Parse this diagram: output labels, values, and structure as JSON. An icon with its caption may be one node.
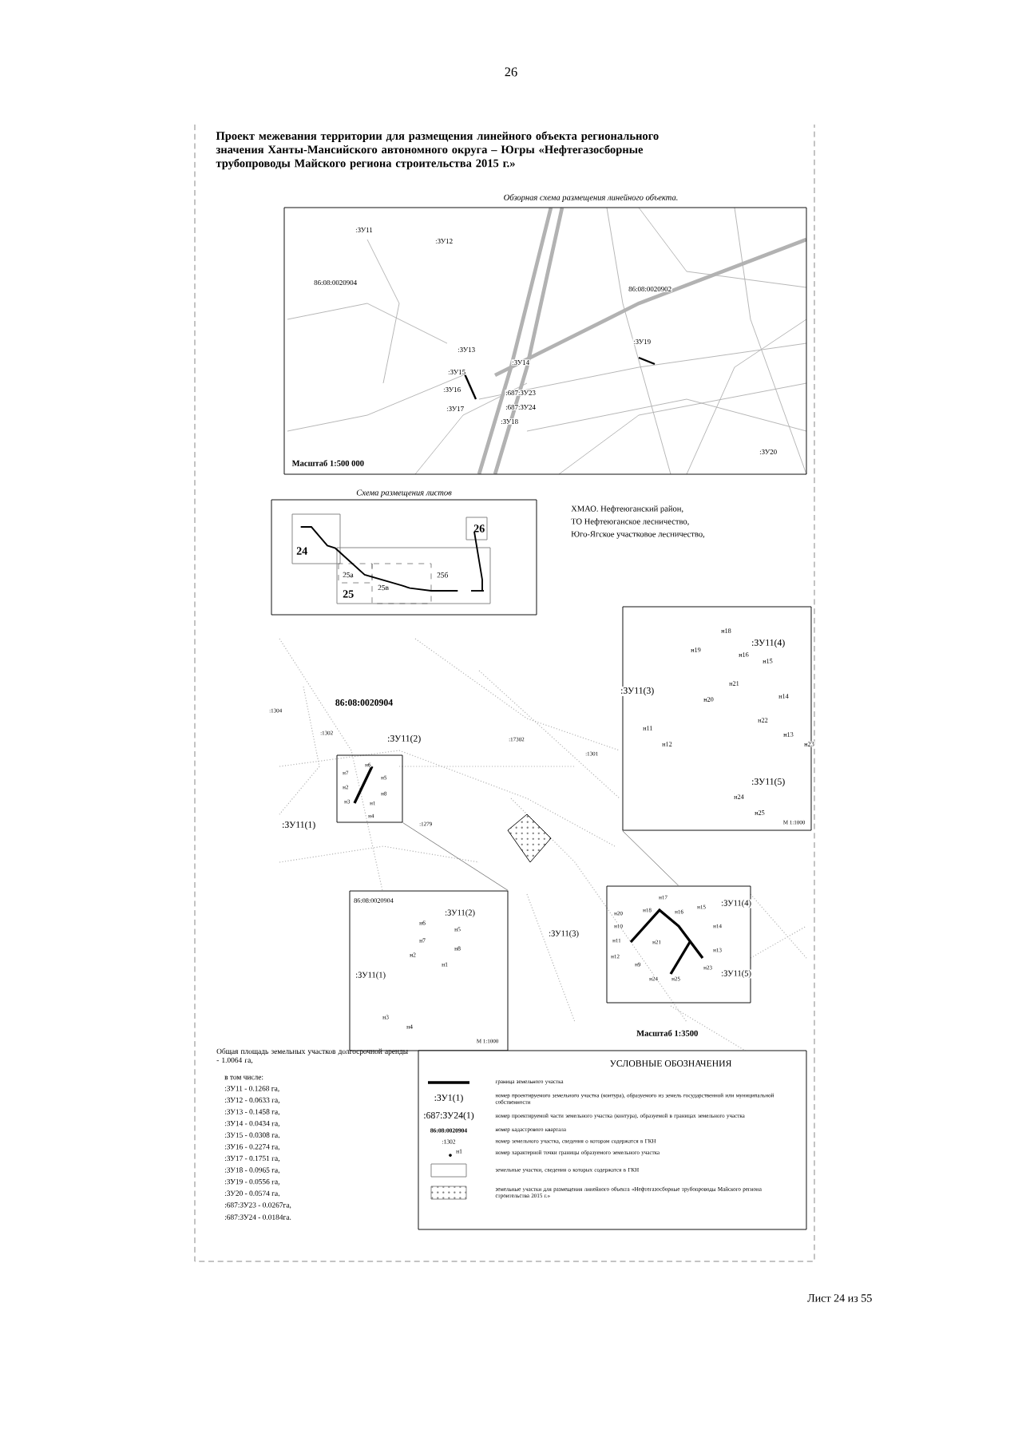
{
  "diagram": {
    "title": "Проект межевания территории для размещения линейного объекта регионального значения Ханты-Мансийского автономного округа – Югры «Нефтегазосборные трубопроводы Майского региона строительства 2015 г.»",
    "nodes": [
      {
        "text": [
          "Обзорная схема размещения линейного объекта.",
          "Масштаб 1:500 000"
        ]
      },
      {
        "text": [
          "Схема размещения листов"
        ]
      },
      {
        "text": [],
        "shape": "box"
      },
      {
        "text": [
          "М 1:1000"
        ]
      },
      {
        "text": [],
        "shape": "box"
      },
      {
        "text": [
          "М 1:1000"
        ]
      },
      {
        "text": [
          "УСЛОВНЫЕ ОБОЗНАЧЕНИЯ"
        ]
      }
    ],
    "edges": [
      {
        "from": 2,
        "to": 3,
        "arrow": "none"
      },
      {
        "from": 4,
        "to": 5,
        "arrow": "none"
      }
    ],
    "labels": [
      "26",
      "ХМАО. Нефтеюганский район,",
      "ТО Нефтеюганское лесничество,",
      "Юго-Ягское участковое лесничество,",
      ":ЗУ11",
      ":ЗУ12",
      "86:08:0020904",
      "86:08:0020902",
      ":ЗУ13",
      ":ЗУ14",
      ":ЗУ15",
      ":ЗУ16",
      ":687:ЗУ23",
      ":ЗУ17",
      ":687:ЗУ24",
      ":ЗУ18",
      ":ЗУ19",
      ":ЗУ20",
      "24",
      "25",
      "26",
      "25а",
      "25б",
      "25в",
      "86:08:0020904",
      ":1302",
      ":1304",
      ":17302",
      ":1301",
      ":1279",
      ":ЗУ11(2)",
      ":ЗУ11(1)",
      "н6",
      "н7",
      "н5",
      "н2",
      "н8",
      "н3",
      "н1",
      "н4",
      "86:08:0020904",
      ":ЗУ11(2)",
      "н6",
      "н5",
      "н7",
      "н8",
      "н2",
      "н1",
      ":ЗУ11(1)",
      "н3",
      "н4",
      ":ЗУ11(4)",
      ":ЗУ11(3)",
      ":ЗУ11(5)",
      "н17",
      "н20",
      "н18",
      "н16",
      "н15",
      "н10",
      "н14",
      "н11",
      "н21",
      "н13",
      "н12",
      "н9",
      "н24",
      "н25",
      "н23",
      ":ЗУ11(4)",
      ":ЗУ11(3)",
      ":ЗУ11(5)",
      "н18",
      "н19",
      "н16",
      "н15",
      "н21",
      "н20",
      "н14",
      "н22",
      "н13",
      "н11",
      "н12",
      "н23",
      "н24",
      "н25",
      "Масштаб 1:3500",
      "Общая площадь земельных участков долгосрочной аренды - 1.0064 га,",
      "в том числе:",
      ":ЗУ11 - 0.1268 га,",
      ":ЗУ12 - 0.0633 га,",
      ":ЗУ13 - 0.1458 га,",
      ":ЗУ14 - 0.0434 га,",
      ":ЗУ15 - 0.0308 га,",
      ":ЗУ16 - 0.2274 га,",
      ":ЗУ17 - 0.1751 га,",
      ":ЗУ18 - 0.0965 га,",
      ":ЗУ19 - 0.0556 га,",
      ":ЗУ20 - 0.0574 га,",
      ":687:ЗУ23 - 0.0267га,",
      ":687:ЗУ24 - 0.0184га.",
      ":ЗУ1(1)",
      ":687:ЗУ24(1)",
      "86:08:0020904",
      ":1302",
      "н1",
      "Лист 24 из 55"
    ],
    "legend": [
      {
        "text": "граница земельного участка"
      },
      {
        "text": "номер проектируемого земельного участка (контура), образуемого из земель государственной или муниципальной собственности"
      },
      {
        "text": "номер проектируемой части земельного участка (контура), образуемой в границах земельного участка"
      },
      {
        "text": "номер кадастрового квартала"
      },
      {
        "text": "номер земельного участка, сведения о котором содержатся в ГКН"
      },
      {
        "text": "номер характерной точки границы образуемого земельного участка"
      },
      {
        "text": "земельные участки, сведения о которых содержатся в ГКН"
      },
      {
        "text": "земельные участки для размещения линейного объекта «Нефтегазосборные трубопроводы Майского региона строительства 2015 г.»"
      }
    ]
  }
}
